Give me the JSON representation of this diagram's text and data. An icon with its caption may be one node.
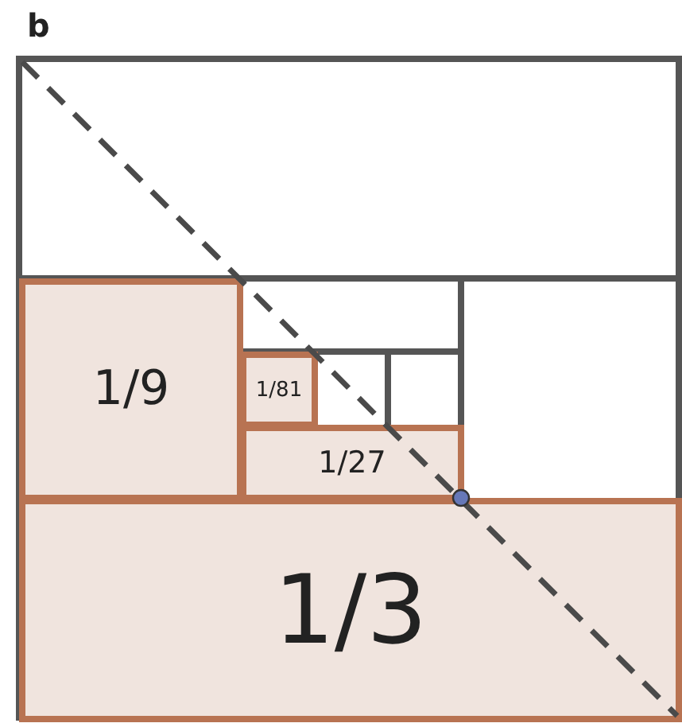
{
  "diagram": {
    "nodes": [
      {
        "text": [
          "1/9"
        ]
      },
      {
        "text": [
          "1/81"
        ]
      },
      {
        "text": [
          "1/27"
        ]
      },
      {
        "text": [
          "1/3"
        ]
      }
    ],
    "labels": [
      "b"
    ]
  }
}
